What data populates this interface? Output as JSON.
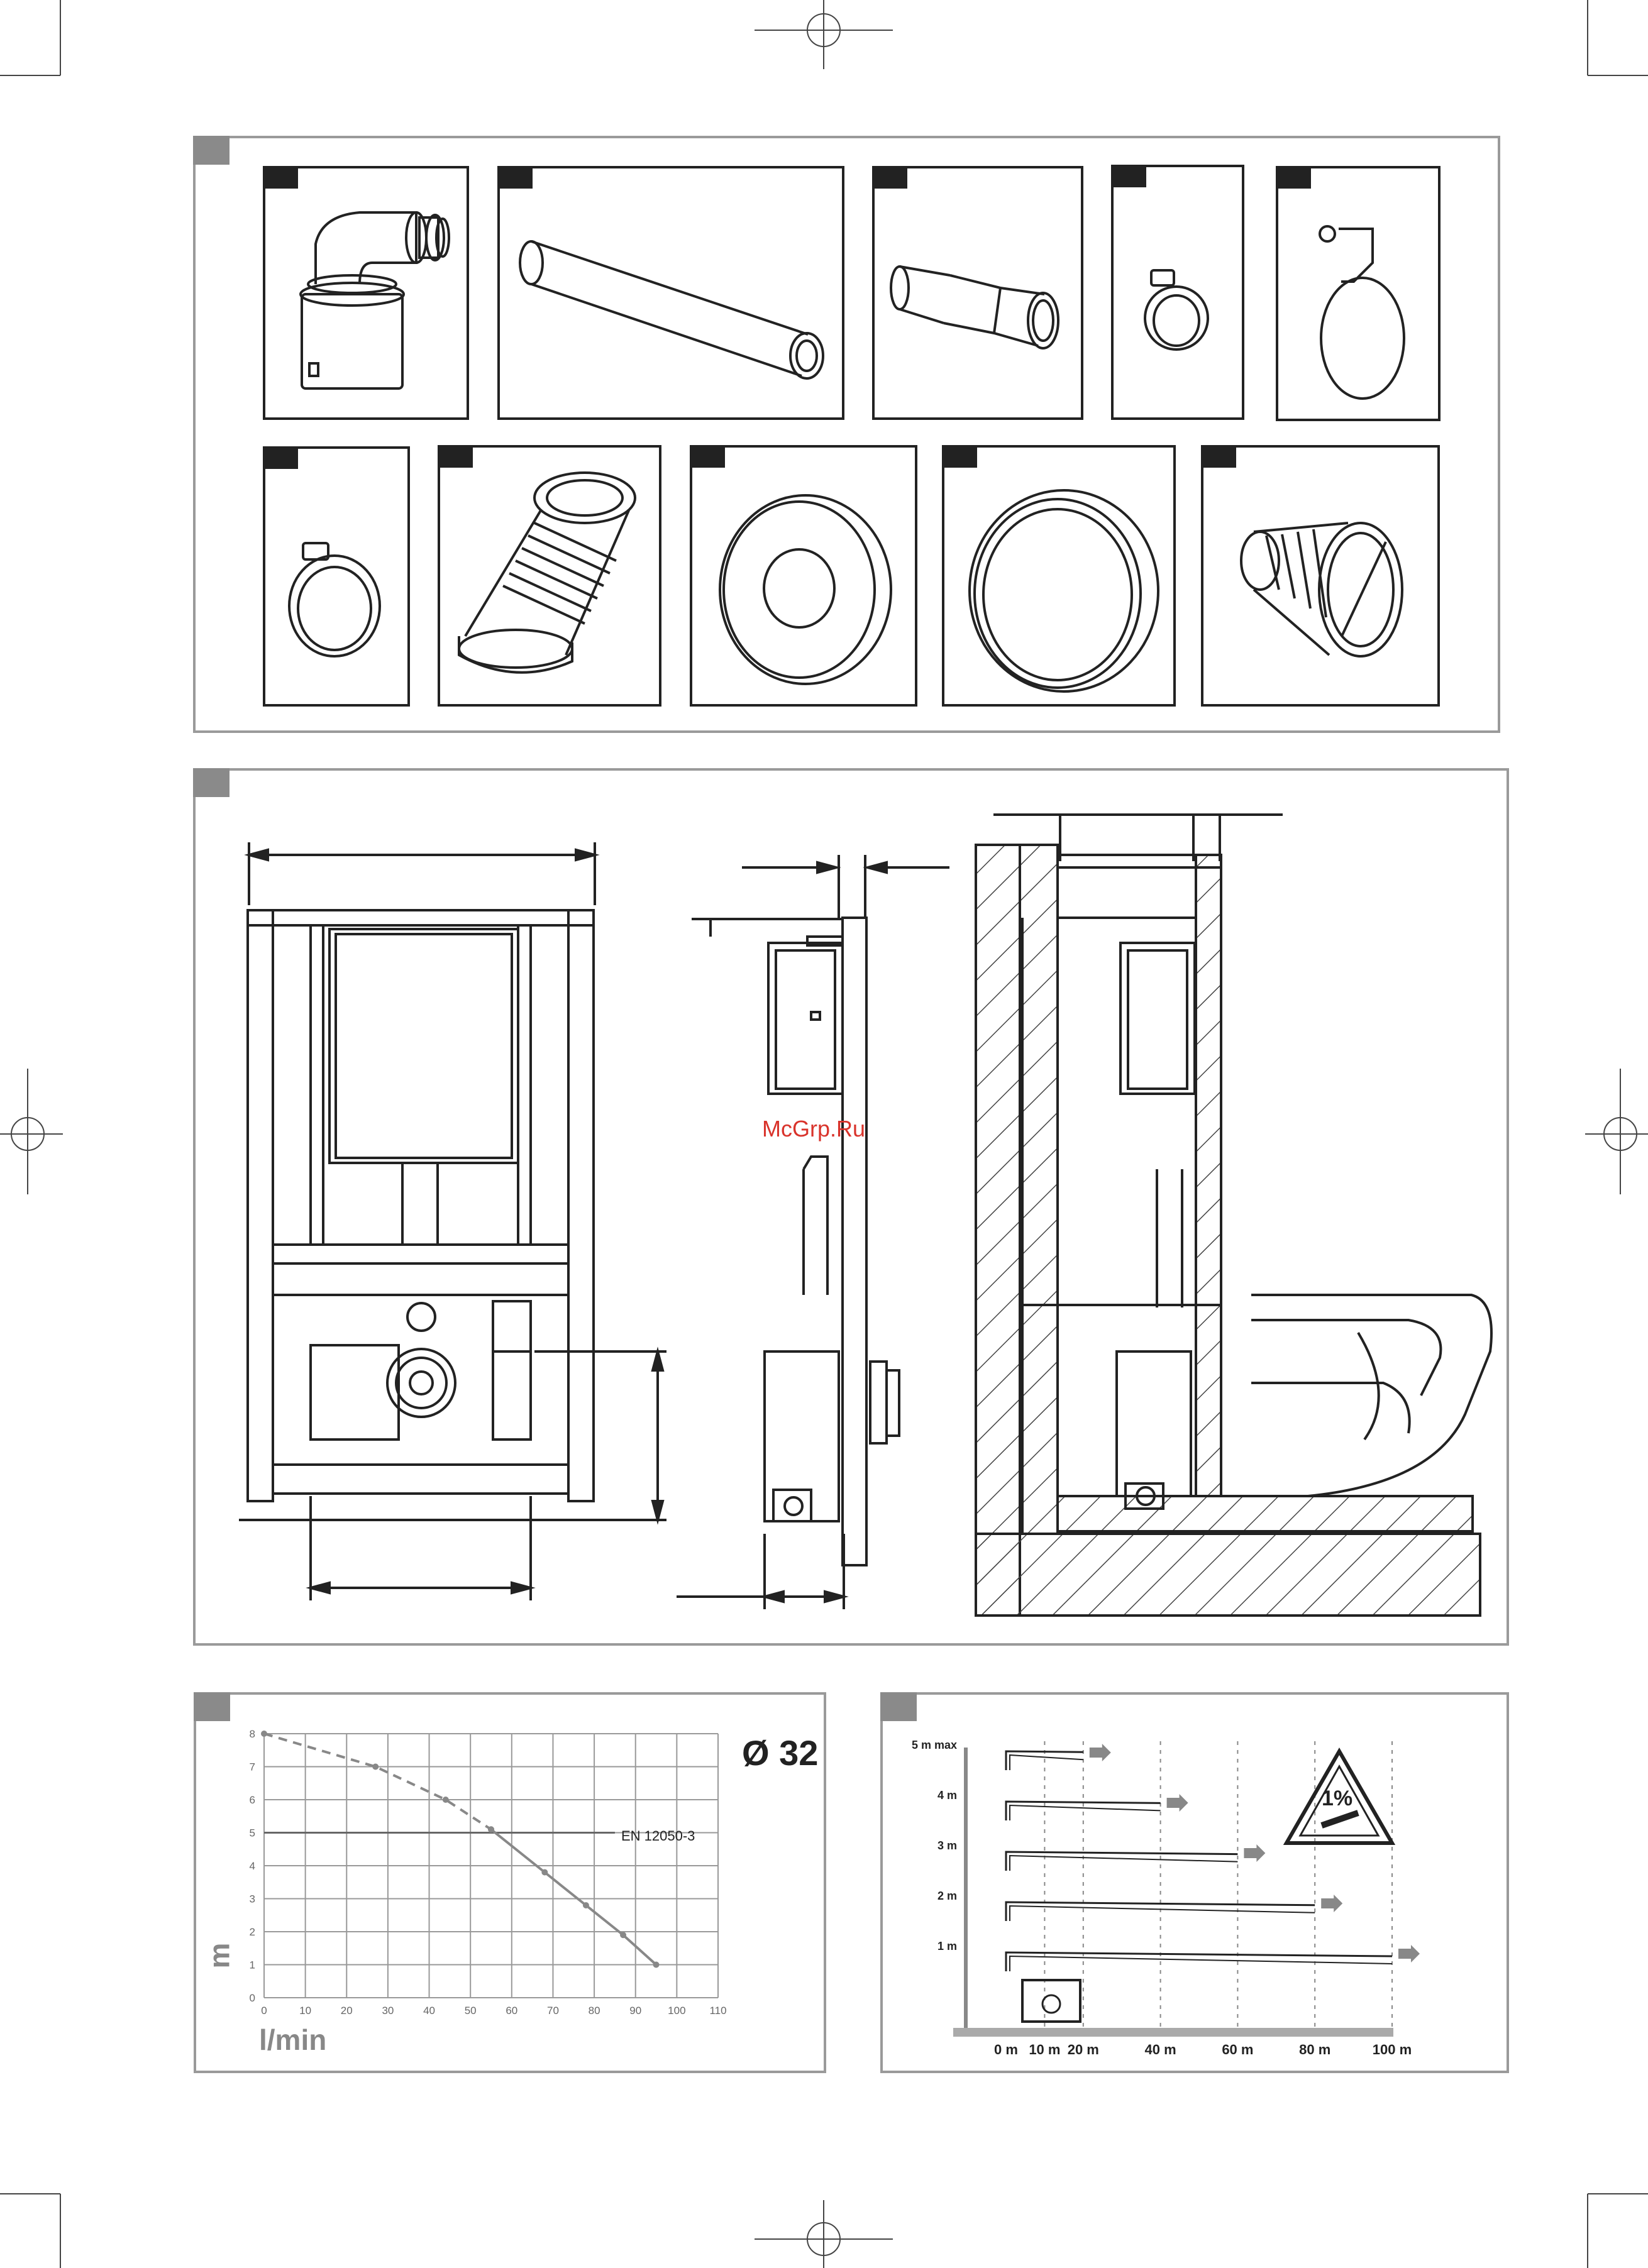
{
  "watermark": "McGrp.Ru",
  "pump_chart": {
    "pipe_label": "Ø 32",
    "standard_label": "EN 12050-3",
    "y_unit": "m",
    "x_unit": "l/min"
  },
  "chart_data": [
    {
      "type": "line",
      "title": "",
      "xlabel": "l/min",
      "ylabel": "m",
      "xlim": [
        0,
        110
      ],
      "ylim": [
        0,
        8
      ],
      "x_ticks": [
        "0",
        "10",
        "20",
        "30",
        "40",
        "50",
        "60",
        "70",
        "80",
        "90",
        "100",
        "110"
      ],
      "y_ticks": [
        "0",
        "1",
        "2",
        "3",
        "4",
        "5",
        "6",
        "7",
        "8"
      ],
      "grid": true,
      "annotations": [
        "Ø 32",
        "EN 12050-3"
      ],
      "reference_line_y": 5,
      "series": [
        {
          "style": "dashed",
          "x": [
            0,
            27,
            44,
            55
          ],
          "y": [
            8,
            7,
            6,
            5.1
          ]
        },
        {
          "style": "solid",
          "x": [
            55,
            68,
            78,
            87,
            95
          ],
          "y": [
            5.1,
            3.8,
            2.8,
            1.9,
            1.0
          ]
        }
      ]
    },
    {
      "type": "line",
      "title": "",
      "x_ticks": [
        "0 m",
        "10 m",
        "20 m",
        "40 m",
        "60 m",
        "80 m",
        "100 m"
      ],
      "y_ticks": [
        "1 m",
        "2 m",
        "3 m",
        "4 m",
        "5 m max"
      ],
      "slope_label": "1%",
      "series": [
        {
          "lift": "5 m max",
          "max_horizontal_m": 20
        },
        {
          "lift": "4 m",
          "max_horizontal_m": 40
        },
        {
          "lift": "3 m",
          "max_horizontal_m": 60
        },
        {
          "lift": "2 m",
          "max_horizontal_m": 80
        },
        {
          "lift": "1 m",
          "max_horizontal_m": 100
        }
      ]
    }
  ],
  "discharge_chart": {
    "slope_label": "1%",
    "heights": [
      "5 m max",
      "4 m",
      "3 m",
      "2 m",
      "1 m"
    ],
    "distances": [
      "0 m",
      "10 m",
      "20 m",
      "40 m",
      "60 m",
      "80 m",
      "100 m"
    ]
  }
}
